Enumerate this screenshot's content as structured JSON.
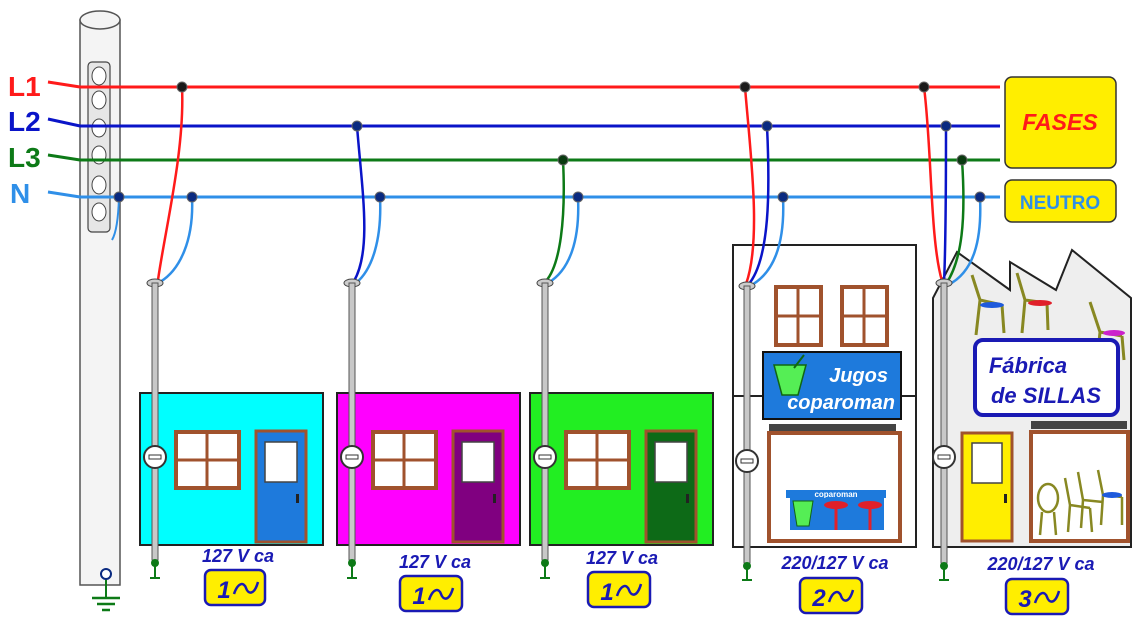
{
  "lines": {
    "l1": "L1",
    "l2": "L2",
    "l3": "L3",
    "n": "N"
  },
  "boxes": {
    "phases": "FASES",
    "neutral": "NEUTRO"
  },
  "signs": {
    "juice_line1": "Jugos",
    "juice_line2": "coparoman",
    "factory_line1": "Fábrica",
    "factory_line2": "de SILLAS",
    "awning": "coparoman"
  },
  "services": [
    {
      "voltage": "127 V ca",
      "phases": "1"
    },
    {
      "voltage": "127 V ca",
      "phases": "1"
    },
    {
      "voltage": "127 V ca",
      "phases": "1"
    },
    {
      "voltage": "220/127 V ca",
      "phases": "2"
    },
    {
      "voltage": "220/127 V ca",
      "phases": "3"
    }
  ],
  "colors": {
    "l1": "#ff1a1a",
    "l2": "#0a14c8",
    "l3": "#0d7a17",
    "n": "#2f8fe8",
    "label_blue": "#1a1ab4",
    "yellow": "#ffee00",
    "house1": "#00ffff",
    "house2": "#ff00ff",
    "house3": "#22ee22",
    "shop_sign": "#1e7adc"
  }
}
